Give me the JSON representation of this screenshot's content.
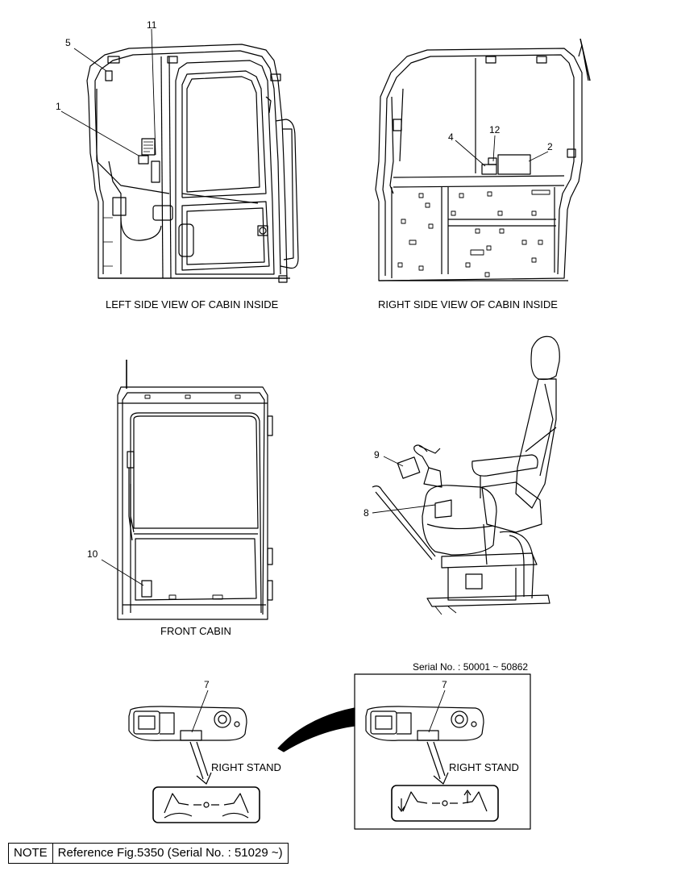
{
  "views": {
    "left_side": "LEFT SIDE VIEW OF CABIN INSIDE",
    "right_side": "RIGHT SIDE VIEW OF CABIN INSIDE",
    "front": "FRONT CABIN"
  },
  "callouts": [
    "1",
    "2",
    "4",
    "5",
    "7",
    "7",
    "8",
    "9",
    "10",
    "11",
    "12"
  ],
  "stand_label": "RIGHT STAND",
  "serial_range": "Serial No. : 50001 ~ 50862",
  "note": {
    "key": "NOTE",
    "text": "Reference Fig.5350 (Serial No. : 51029 ~)"
  }
}
